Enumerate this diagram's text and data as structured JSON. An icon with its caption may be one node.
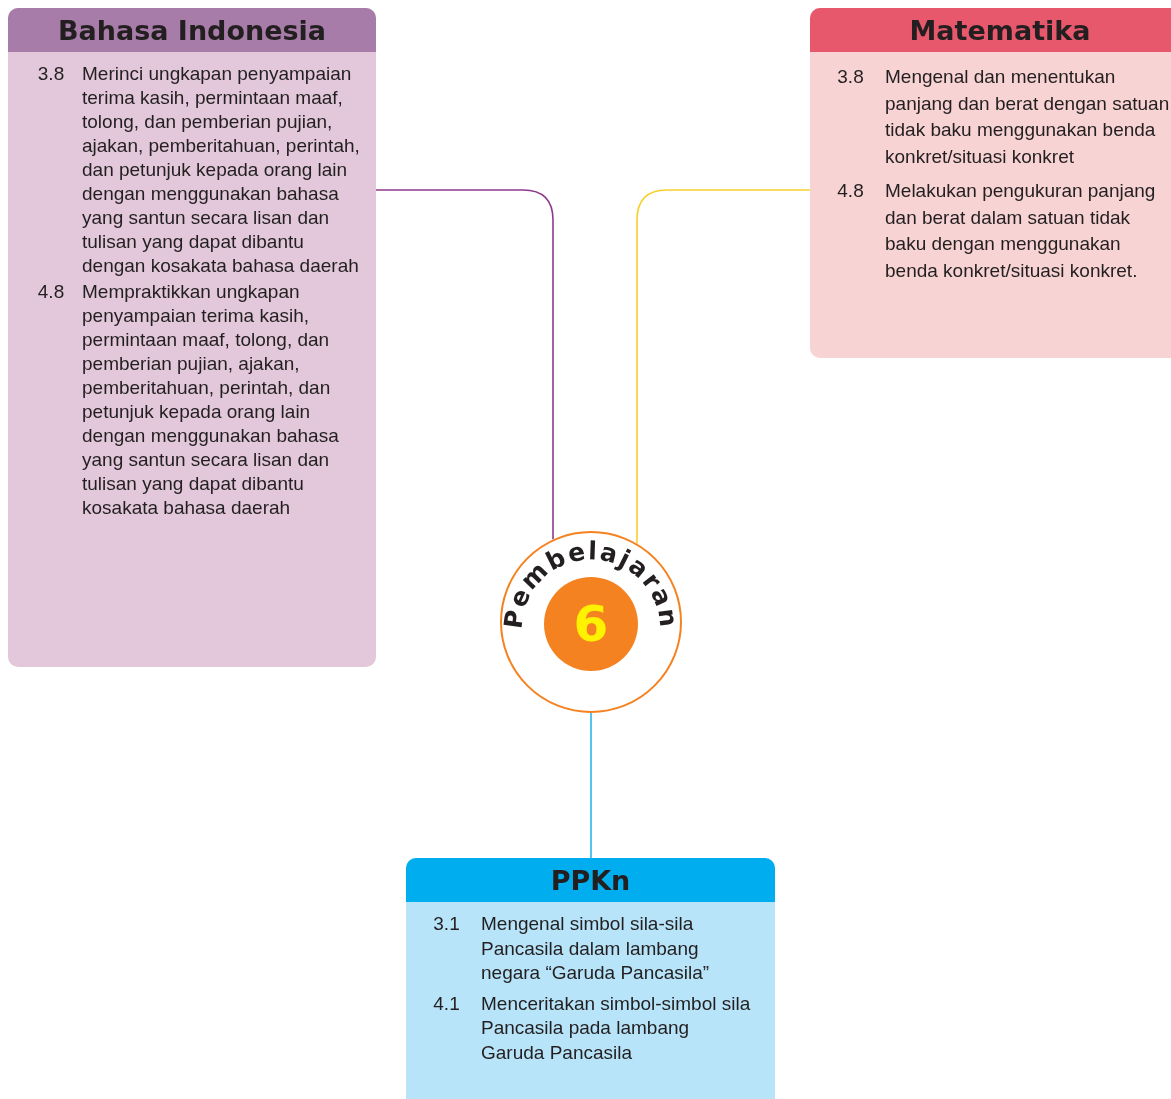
{
  "diagram": {
    "nodes": [
      {
        "text": [
          "Bahasa Indonesia",
          "3.8",
          "Merinci ungkapan penyampaian terima kasih, permintaan maaf, tolong, dan pemberian pujian, ajakan, pemberitahuan, perintah, dan petunjuk kepada orang lain dengan menggunakan bahasa yang santun secara lisan dan tulisan yang dapat dibantu dengan kosakata bahasa daerah",
          "4.8",
          "Mempraktikkan ungkapan penyampaian terima kasih, permintaan maaf, tolong, dan pemberian pujian, ajakan, pemberitahuan, perintah, dan petunjuk kepada orang lain dengan menggunakan bahasa yang santun secara lisan dan tulisan yang dapat dibantu kosakata bahasa daerah"
        ]
      },
      {
        "text": [
          "Matematika",
          "3.8",
          "Mengenal dan menentukan panjang dan berat dengan satuan tidak baku menggunakan benda konkret/situasi konkret",
          "4.8",
          "Melakukan pengukuran panjang dan berat dalam satuan tidak baku dengan menggunakan benda konkret/situasi konkret."
        ]
      },
      {
        "text": [
          "Pembelajaran",
          "6"
        ]
      },
      {
        "text": [
          "PPKn",
          "3.1",
          "Mengenal simbol sila-sila Pancasila dalam lambang negara “Garuda Pancasila”",
          "4.1",
          "Menceritakan simbol-simbol sila Pancasila pada lambang Garuda Pancasila"
        ]
      }
    ],
    "edges": [
      {
        "from": 0,
        "to": 2,
        "arrow": "none",
        "color": "#8e3a8c"
      },
      {
        "from": 1,
        "to": 2,
        "arrow": "none",
        "color": "#f7cf2a"
      },
      {
        "from": 2,
        "to": 3,
        "arrow": "none",
        "color": "#29b6ea"
      }
    ]
  }
}
